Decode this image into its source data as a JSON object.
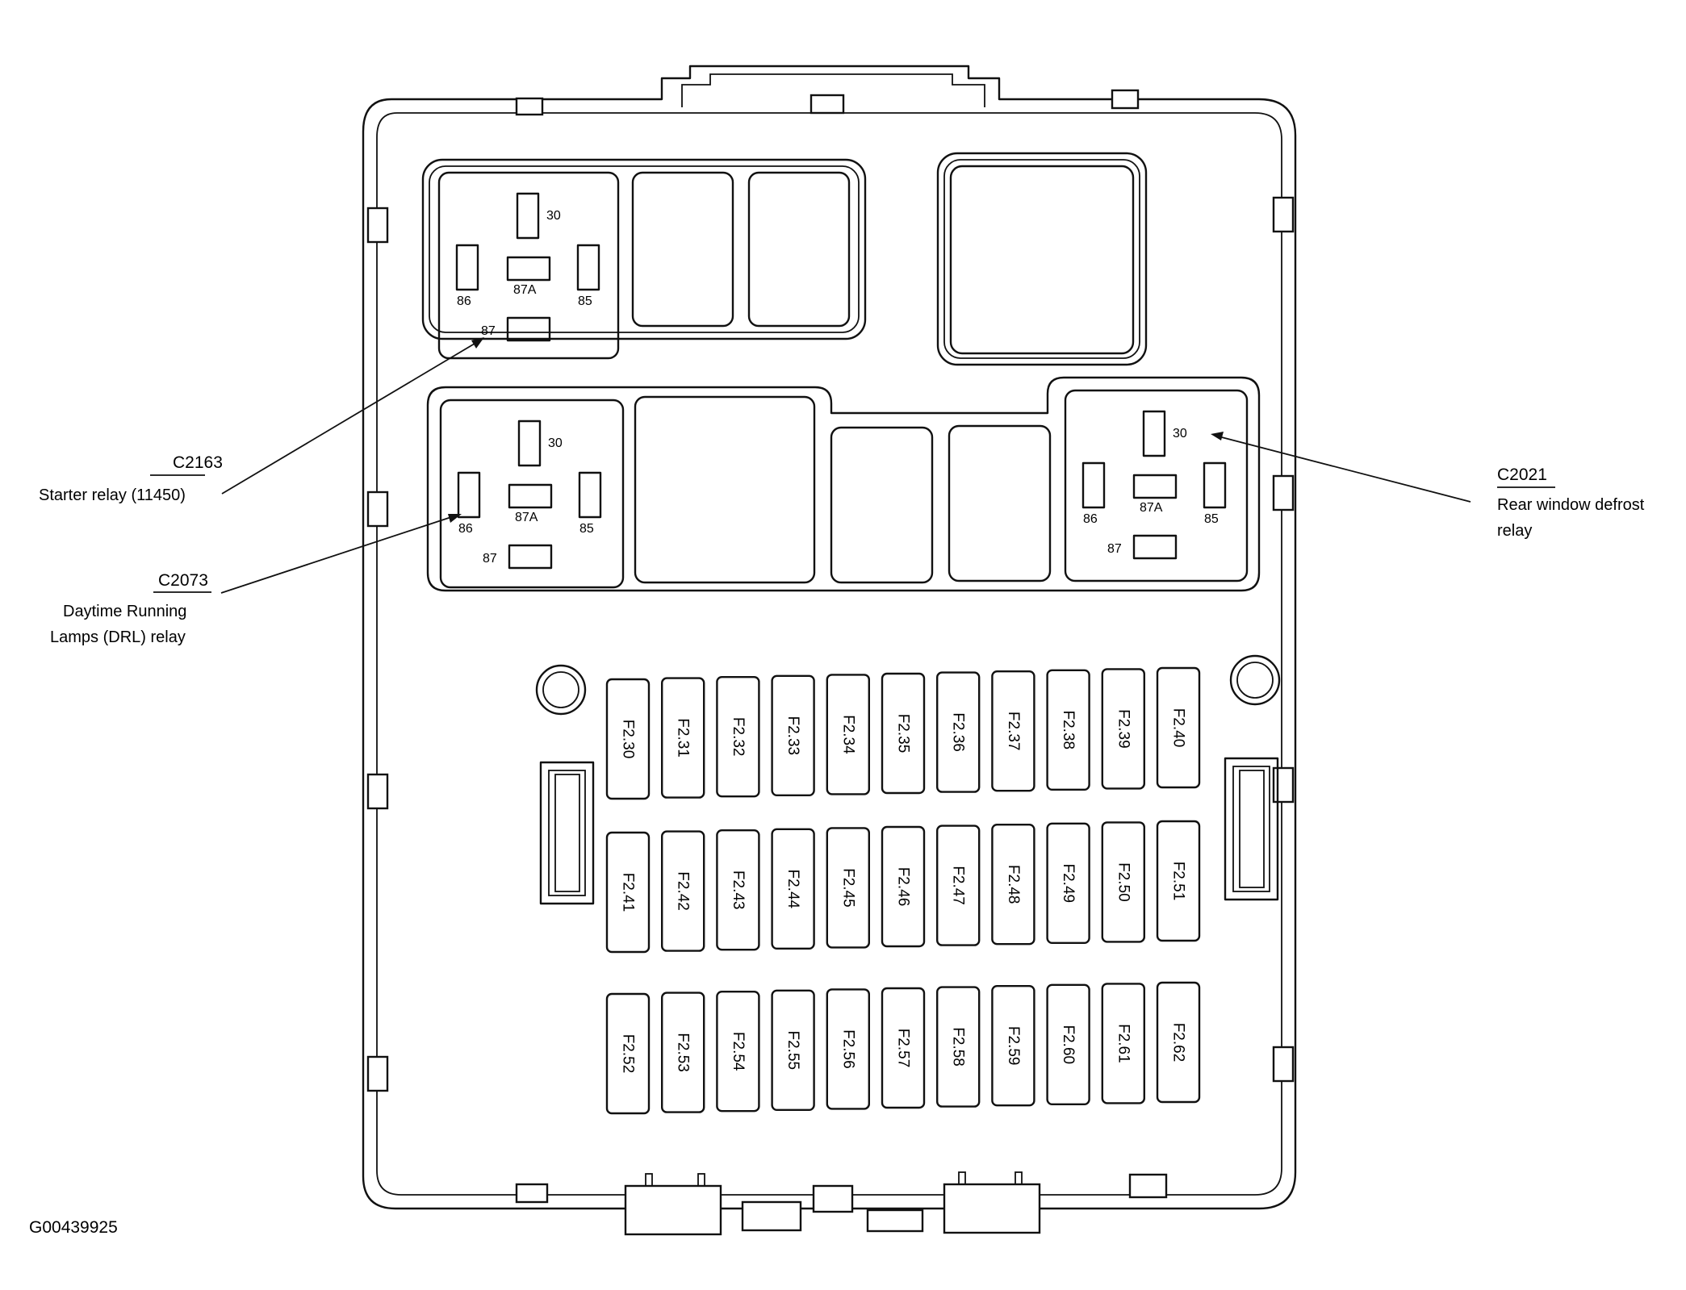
{
  "callouts": [
    {
      "id": "C2163",
      "label_lines": [
        "Starter relay (11450)"
      ]
    },
    {
      "id": "C2073",
      "label_lines": [
        "Daytime Running",
        "Lamps (DRL) relay"
      ]
    },
    {
      "id": "C2021",
      "label_lines": [
        "Rear window defrost",
        "relay"
      ]
    }
  ],
  "relays": [
    {
      "name": "starter-relay",
      "pins": {
        "p30": "30",
        "p86": "86",
        "p87A": "87A",
        "p85": "85",
        "p87": "87"
      }
    },
    {
      "name": "drl-relay",
      "pins": {
        "p30": "30",
        "p86": "86",
        "p87A": "87A",
        "p85": "85",
        "p87": "87"
      }
    },
    {
      "name": "rear-defrost-relay",
      "pins": {
        "p30": "30",
        "p86": "86",
        "p87A": "87A",
        "p85": "85",
        "p87": "87"
      }
    }
  ],
  "fuse_rows": [
    [
      "F2.30",
      "F2.31",
      "F2.32",
      "F2.33",
      "F2.34",
      "F2.35",
      "F2.36",
      "F2.37",
      "F2.38",
      "F2.39",
      "F2.40"
    ],
    [
      "F2.41",
      "F2.42",
      "F2.43",
      "F2.44",
      "F2.45",
      "F2.46",
      "F2.47",
      "F2.48",
      "F2.49",
      "F2.50",
      "F2.51"
    ],
    [
      "F2.52",
      "F2.53",
      "F2.54",
      "F2.55",
      "F2.56",
      "F2.57",
      "F2.58",
      "F2.59",
      "F2.60",
      "F2.61",
      "F2.62"
    ]
  ],
  "figure_id": "G00439925"
}
